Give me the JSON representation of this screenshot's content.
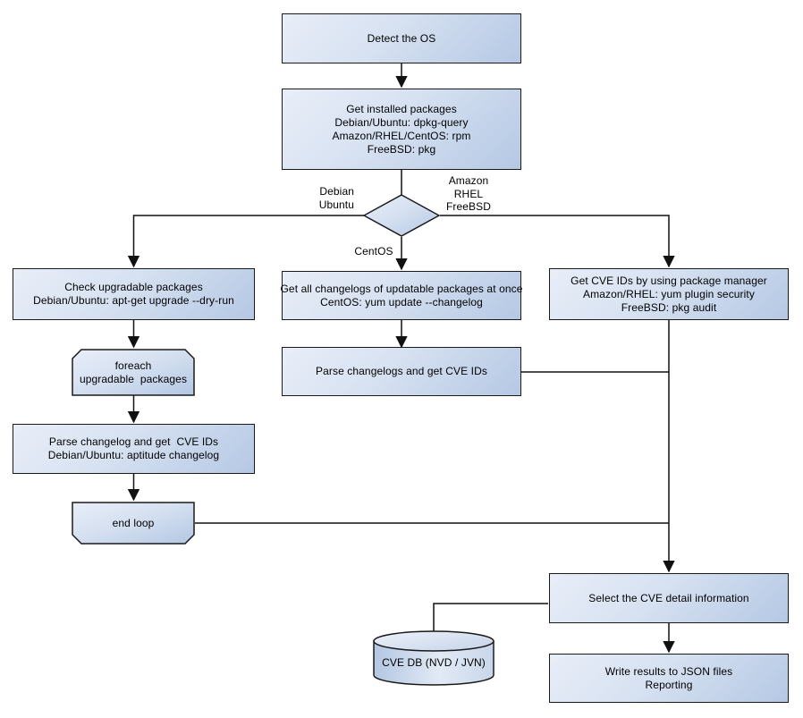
{
  "diagram_type": "flowchart",
  "nodes": {
    "detect_os": {
      "lines": [
        "Detect the OS"
      ]
    },
    "get_installed": {
      "lines": [
        "Get installed packages",
        "Debian/Ubuntu: dpkg-query",
        "Amazon/RHEL/CentOS: rpm",
        "FreeBSD: pkg"
      ]
    },
    "os_decision": {
      "lines": []
    },
    "check_upgradable": {
      "lines": [
        "Check upgradable packages",
        "Debian/Ubuntu: apt-get upgrade --dry-run"
      ]
    },
    "foreach_loop": {
      "lines": [
        "foreach",
        "upgradable  packages"
      ]
    },
    "parse_changelog_left": {
      "lines": [
        "Parse changelog and get  CVE IDs",
        "Debian/Ubuntu: aptitude changelog"
      ]
    },
    "end_loop": {
      "lines": [
        "end loop"
      ]
    },
    "get_all_changelogs": {
      "lines": [
        "Get all changelogs of updatable packages at once",
        "CentOS: yum update --changelog"
      ]
    },
    "parse_changelogs_mid": {
      "lines": [
        "Parse changelogs and get CVE IDs"
      ]
    },
    "get_cve_right": {
      "lines": [
        "Get CVE IDs by using package manager",
        "Amazon/RHEL: yum plugin security",
        "FreeBSD: pkg audit"
      ]
    },
    "select_cve": {
      "lines": [
        "Select the CVE detail information"
      ]
    },
    "write_results": {
      "lines": [
        "Write results to JSON files",
        "Reporting"
      ]
    },
    "cve_db": {
      "lines": [
        "CVE DB (NVD / JVN)"
      ]
    }
  },
  "edge_labels": {
    "debian_ubuntu": {
      "lines": [
        "Debian",
        "Ubuntu"
      ]
    },
    "amazon_rhel_freebsd": {
      "lines": [
        "Amazon",
        "RHEL",
        "FreeBSD"
      ]
    },
    "centos": {
      "lines": [
        "CentOS"
      ]
    }
  },
  "edges": [
    {
      "from": "detect_os",
      "to": "get_installed"
    },
    {
      "from": "get_installed",
      "to": "os_decision"
    },
    {
      "from": "os_decision",
      "to": "check_upgradable",
      "label": "Debian Ubuntu"
    },
    {
      "from": "os_decision",
      "to": "get_all_changelogs",
      "label": "CentOS"
    },
    {
      "from": "os_decision",
      "to": "get_cve_right",
      "label": "Amazon RHEL FreeBSD"
    },
    {
      "from": "check_upgradable",
      "to": "foreach_loop"
    },
    {
      "from": "foreach_loop",
      "to": "parse_changelog_left"
    },
    {
      "from": "parse_changelog_left",
      "to": "end_loop"
    },
    {
      "from": "end_loop",
      "to": "select_cve"
    },
    {
      "from": "get_all_changelogs",
      "to": "parse_changelogs_mid"
    },
    {
      "from": "parse_changelogs_mid",
      "to": "select_cve"
    },
    {
      "from": "get_cve_right",
      "to": "select_cve"
    },
    {
      "from": "select_cve",
      "to": "write_results"
    },
    {
      "from": "cve_db",
      "to": "select_cve"
    }
  ],
  "colors": {
    "background": "#ffffff",
    "node_fill_light": "#e9eef8",
    "node_fill_dark": "#b5c8e4",
    "border": "#1a1a1a",
    "text": "#000000"
  }
}
